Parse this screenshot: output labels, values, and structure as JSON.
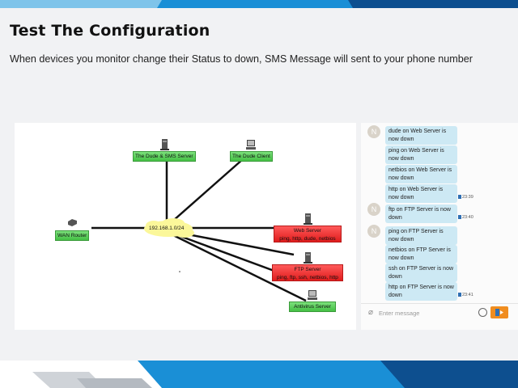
{
  "slide": {
    "title": "Test The Configuration",
    "subtitle": "When devices you monitor change their Status to down, SMS Message will sent to your phone number"
  },
  "diagram": {
    "hub_label": "192.168.1.0/24",
    "nodes": {
      "dude_sms": {
        "label": "The Dude & SMS Server",
        "status": "up"
      },
      "dude_client": {
        "label": "The Dude Client",
        "status": "up"
      },
      "wan_router": {
        "label": "WAN Router",
        "status": "up"
      },
      "web_server": {
        "label": "Web Server",
        "services": "ping, http, dude, netbios",
        "status": "down"
      },
      "ftp_server": {
        "label": "FTP Server",
        "services": "ping, ftp, ssh, netbios, http",
        "status": "down"
      },
      "antivirus": {
        "label": "Antivirus Server",
        "status": "up"
      }
    },
    "colors": {
      "up": "#45c045",
      "down": "#e01c1c"
    }
  },
  "chat": {
    "avatar_letter": "N",
    "groups": [
      {
        "messages": [
          "dude on Web Server is now down",
          "ping on Web Server is now down",
          "netbios on Web Server is now down",
          "http on Web Server is now down"
        ],
        "time": "23:39"
      },
      {
        "messages": [
          "ftp on FTP Server is now down"
        ],
        "time": "23:40"
      },
      {
        "messages": [
          "ping on FTP Server is now down",
          "netbios on FTP Server is now down",
          "ssh on FTP Server is now down",
          "http on FTP Server is now down"
        ],
        "time": "23:41"
      }
    ],
    "input_placeholder": "Enter message",
    "send_icon": "send-icon",
    "accent": "#f08d1f"
  }
}
